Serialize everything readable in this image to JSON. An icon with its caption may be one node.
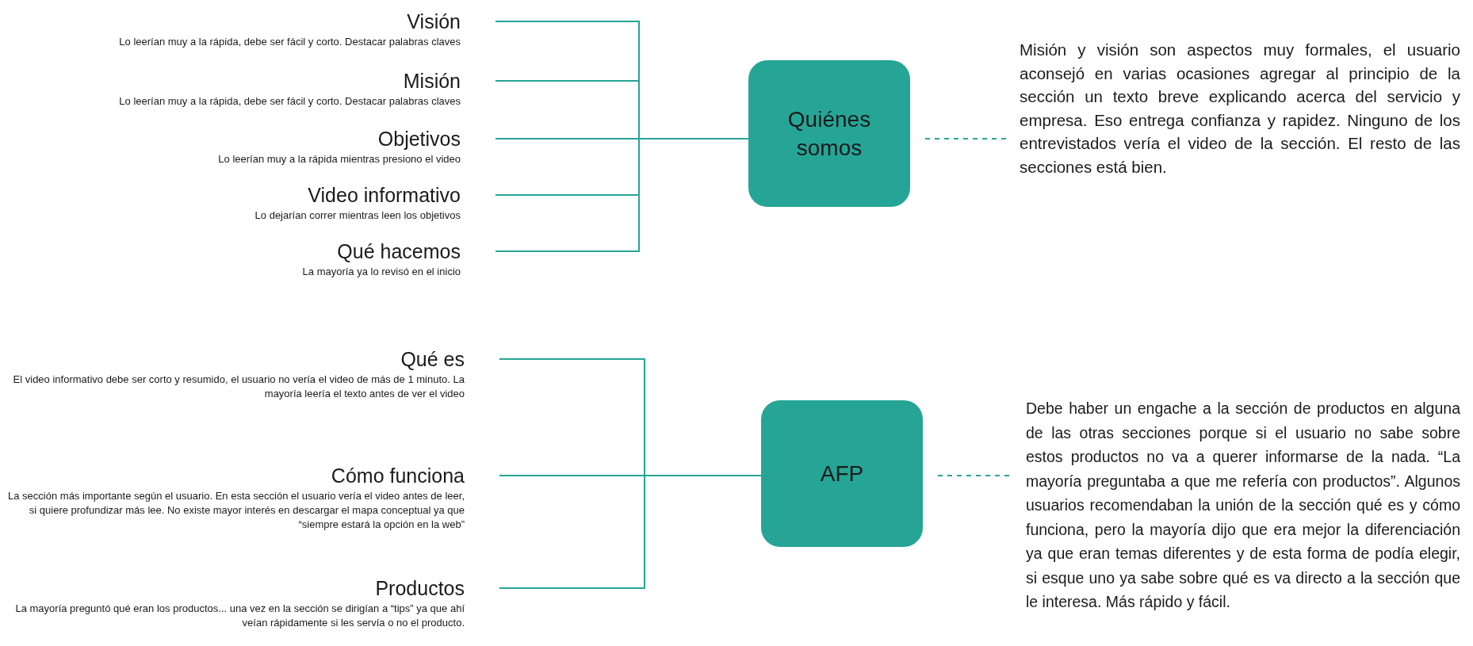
{
  "diagram": {
    "nodes": [
      {
        "text": [
          "Visión",
          "Lo leerían muy a la rápida, debe ser fácil y corto. Destacar palabras claves"
        ]
      },
      {
        "text": [
          "Misión",
          "Lo leerían muy a la rápida, debe ser fácil y corto. Destacar palabras claves"
        ]
      },
      {
        "text": [
          "Objetivos",
          "Lo leerían muy a la rápida mientras presiono el video"
        ]
      },
      {
        "text": [
          "Video informativo",
          "Lo dejarían correr mientras leen los objetivos"
        ]
      },
      {
        "text": [
          "Qué hacemos",
          "La mayoría ya lo revisó en el inicio"
        ]
      },
      {
        "text": [
          "Quiénes somos"
        ]
      },
      {
        "text": [
          "Misión y visión son aspectos muy formales, el usuario aconsejó en varias ocasiones agregar al principio de la sección un texto breve explicando acerca del servicio y empresa. Eso entrega confianza y rapidez. Ninguno de los entrevistados vería el video de la sección. El resto de las secciones está bien."
        ]
      },
      {
        "text": [
          "Qué es",
          "El video informativo debe ser corto y resumido, el usuario no vería el video de más de 1 minuto. La mayoría leería el texto antes de ver el video"
        ]
      },
      {
        "text": [
          "Cómo funciona",
          "La sección más importante según el usuario. En esta sección el usuario vería el video antes de leer, si quiere profundizar más lee. No existe mayor interés en descargar el mapa conceptual ya que “siempre estará la opción en la web”"
        ]
      },
      {
        "text": [
          "Productos",
          "La mayoría preguntó qué eran los productos... una vez en la sección se dirigían a “tips” ya que ahí veían rápidamente si les servía o no el producto."
        ]
      },
      {
        "text": [
          "AFP"
        ]
      },
      {
        "text": [
          "Debe haber un engache a la sección de productos en alguna de las otras secciones porque si el usuario no sabe sobre estos productos no va a querer informarse de la nada. “La mayoría preguntaba a que me refería con productos”. Algunos usuarios recomendaban la unión de la sección qué es y cómo funciona, pero la mayoría dijo que era mejor la diferenciación ya que eran temas diferentes y de esta forma de podía elegir, si esque uno ya sabe sobre qué es va directo a la sección que le interesa. Más rápido y fácil."
        ]
      }
    ],
    "edges": [
      {
        "from": 0,
        "to": 5,
        "arrow": "none"
      },
      {
        "from": 1,
        "to": 5,
        "arrow": "none"
      },
      {
        "from": 2,
        "to": 5,
        "arrow": "none"
      },
      {
        "from": 3,
        "to": 5,
        "arrow": "none"
      },
      {
        "from": 4,
        "to": 5,
        "arrow": "none"
      },
      {
        "from": 5,
        "to": 6,
        "arrow": "none",
        "style": "dashed"
      },
      {
        "from": 7,
        "to": 10,
        "arrow": "none"
      },
      {
        "from": 8,
        "to": 10,
        "arrow": "none"
      },
      {
        "from": 9,
        "to": 10,
        "arrow": "none"
      },
      {
        "from": 10,
        "to": 11,
        "arrow": "none",
        "style": "dashed"
      }
    ]
  }
}
